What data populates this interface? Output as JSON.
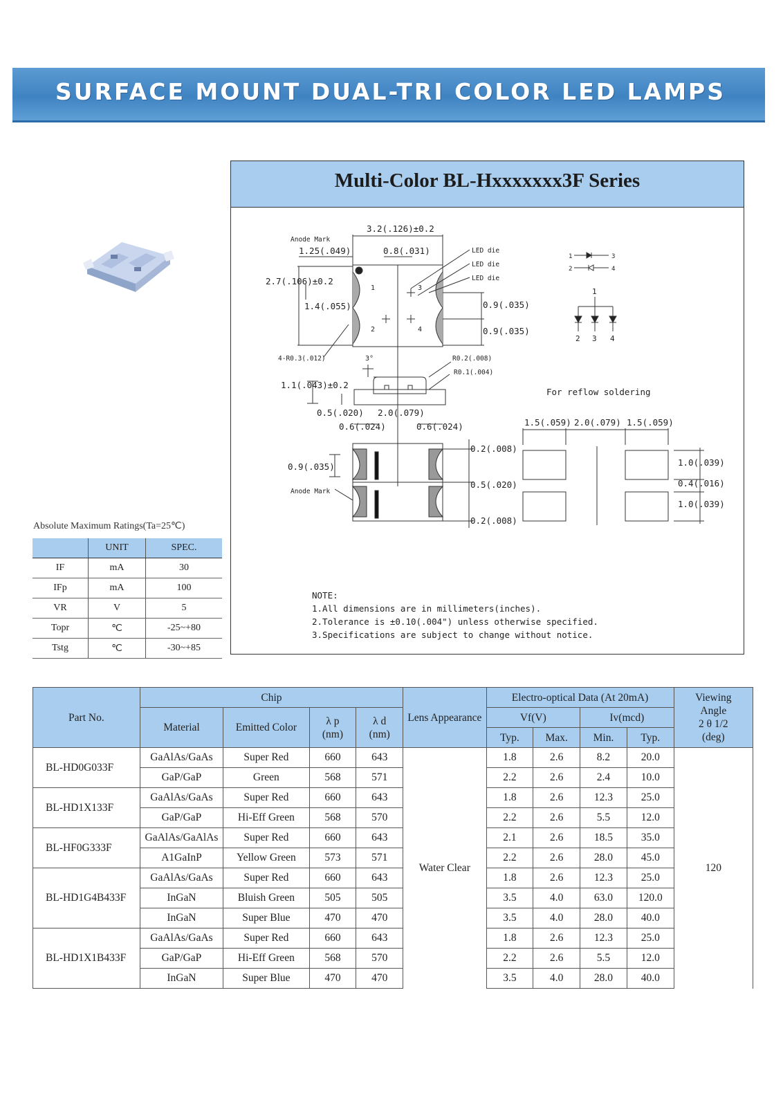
{
  "banner": {
    "title": "SURFACE MOUNT DUAL-TRI COLOR LED LAMPS"
  },
  "series": {
    "title": "Multi-Color BL-Hxxxxxxx3F Series"
  },
  "diagram": {
    "dim_width": "3.2(.126)±0.2",
    "anode_mark": "Anode Mark",
    "dim_125": "1.25(.049)",
    "dim_08": "0.8(.031)",
    "led_die": "LED die",
    "dim_27": "2.7(.106)±0.2",
    "dim_14": "1.4(.055)",
    "dim_09a": "0.9(.035)",
    "dim_09b": "0.9(.035)",
    "dim_r03": "4-R0.3(.012)",
    "dim_3deg": "3°",
    "dim_r02": "R0.2(.008)",
    "dim_r01": "R0.1(.004)",
    "dim_11": "1.1(.043)±0.2",
    "dim_05": "0.5(.020)",
    "dim_20": "2.0(.079)",
    "dim_06a": "0.6(.024)",
    "dim_06b": "0.6(.024)",
    "dim_09c": "0.9(.035)",
    "dim_02a": "0.2(.008)",
    "dim_05b": "0.5(.020)",
    "dim_02b": "0.2(.008)",
    "reflow": "For reflow soldering",
    "pad_15a": "1.5(.059)",
    "pad_20": "2.0(.079)",
    "pad_15b": "1.5(.059)",
    "pad_10a": "1.0(.039)",
    "pad_04": "0.4(.016)",
    "pad_10b": "1.0(.039)",
    "pins": {
      "p1": "1",
      "p2": "2",
      "p3": "3",
      "p4": "4"
    }
  },
  "notes": {
    "title": "NOTE:",
    "items": [
      "1.All dimensions are in millimeters(inches).",
      "2.Tolerance is ±0.10(.004\") unless otherwise specified.",
      "3.Specifications are subject to change without notice."
    ]
  },
  "abs_max": {
    "caption": "Absolute Maximum Ratings(Ta=25℃)",
    "headers": [
      "",
      "UNIT",
      "SPEC."
    ],
    "rows": [
      [
        "IF",
        "mA",
        "30"
      ],
      [
        "IFp",
        "mA",
        "100"
      ],
      [
        "VR",
        "V",
        "5"
      ],
      [
        "Topr",
        "℃",
        "-25~+80"
      ],
      [
        "Tstg",
        "℃",
        "-30~+85"
      ]
    ]
  },
  "spec_table": {
    "h_part": "Part No.",
    "h_chip": "Chip",
    "h_material": "Material",
    "h_emitted": "Emitted Color",
    "h_lp": "λ p",
    "h_ld": "λ d",
    "h_nm": "(nm)",
    "h_lens": "Lens Appearance",
    "h_eo": "Electro-optical Data (At 20mA)",
    "h_vf": "Vf(V)",
    "h_iv": "Iv(mcd)",
    "h_typ": "Typ.",
    "h_max": "Max.",
    "h_min": "Min.",
    "h_view1": "Viewing",
    "h_view2": "Angle",
    "h_view3": "2 θ 1/2",
    "h_view4": "(deg)",
    "lens_value": "Water Clear",
    "view_value": "120",
    "parts": [
      {
        "part": "BL-HD0G033F",
        "rows": [
          [
            "GaAlAs/GaAs",
            "Super Red",
            "660",
            "643",
            "1.8",
            "2.6",
            "8.2",
            "20.0"
          ],
          [
            "GaP/GaP",
            "Green",
            "568",
            "571",
            "2.2",
            "2.6",
            "2.4",
            "10.0"
          ]
        ]
      },
      {
        "part": "BL-HD1X133F",
        "rows": [
          [
            "GaAlAs/GaAs",
            "Super Red",
            "660",
            "643",
            "1.8",
            "2.6",
            "12.3",
            "25.0"
          ],
          [
            "GaP/GaP",
            "Hi-Eff Green",
            "568",
            "570",
            "2.2",
            "2.6",
            "5.5",
            "12.0"
          ]
        ]
      },
      {
        "part": "BL-HF0G333F",
        "rows": [
          [
            "GaAlAs/GaAlAs",
            "Super Red",
            "660",
            "643",
            "2.1",
            "2.6",
            "18.5",
            "35.0"
          ],
          [
            "A1GaInP",
            "Yellow Green",
            "573",
            "571",
            "2.2",
            "2.6",
            "28.0",
            "45.0"
          ]
        ]
      },
      {
        "part": "BL-HD1G4B433F",
        "rows": [
          [
            "GaAlAs/GaAs",
            "Super Red",
            "660",
            "643",
            "1.8",
            "2.6",
            "12.3",
            "25.0"
          ],
          [
            "InGaN",
            "Bluish Green",
            "505",
            "505",
            "3.5",
            "4.0",
            "63.0",
            "120.0"
          ],
          [
            "InGaN",
            "Super Blue",
            "470",
            "470",
            "3.5",
            "4.0",
            "28.0",
            "40.0"
          ]
        ]
      },
      {
        "part": "BL-HD1X1B433F",
        "rows": [
          [
            "GaAlAs/GaAs",
            "Super Red",
            "660",
            "643",
            "1.8",
            "2.6",
            "12.3",
            "25.0"
          ],
          [
            "GaP/GaP",
            "Hi-Eff Green",
            "568",
            "570",
            "2.2",
            "2.6",
            "5.5",
            "12.0"
          ],
          [
            "InGaN",
            "Super Blue",
            "470",
            "470",
            "3.5",
            "4.0",
            "28.0",
            "40.0"
          ]
        ]
      }
    ]
  }
}
